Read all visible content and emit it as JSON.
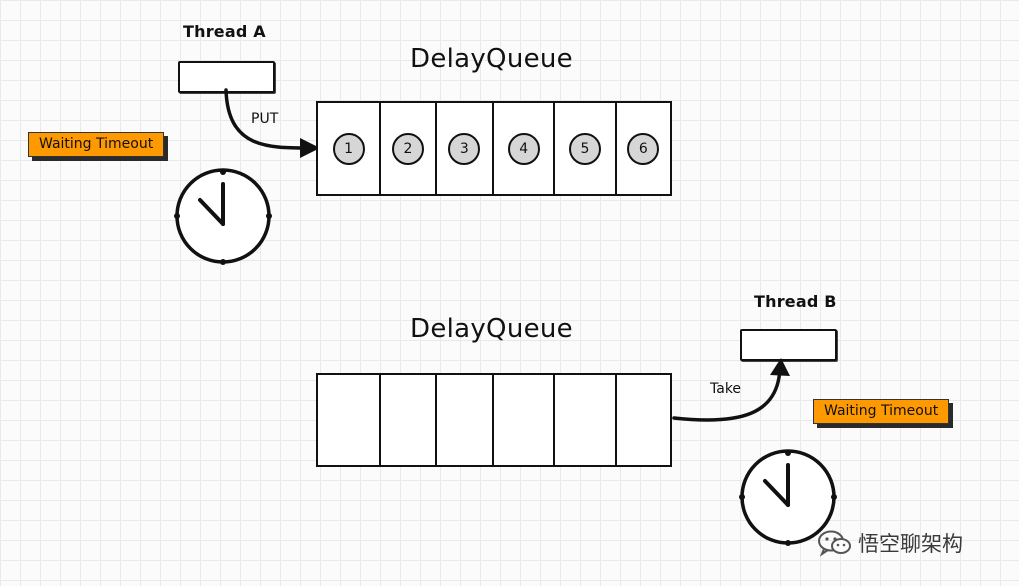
{
  "top": {
    "thread_label": "Thread A",
    "queue_title": "DelayQueue",
    "arrow_label": "PUT",
    "badge": "Waiting Timeout",
    "items": [
      "1",
      "2",
      "3",
      "4",
      "5",
      "6"
    ]
  },
  "bottom": {
    "thread_label": "Thread B",
    "queue_title": "DelayQueue",
    "arrow_label": "Take",
    "badge": "Waiting Timeout",
    "cell_count": 6
  },
  "watermark": {
    "text": "悟空聊架构",
    "icon": "wechat-icon"
  },
  "colors": {
    "badge": "#ff9900",
    "item_fill": "#d6d6d6",
    "stroke": "#111111"
  }
}
